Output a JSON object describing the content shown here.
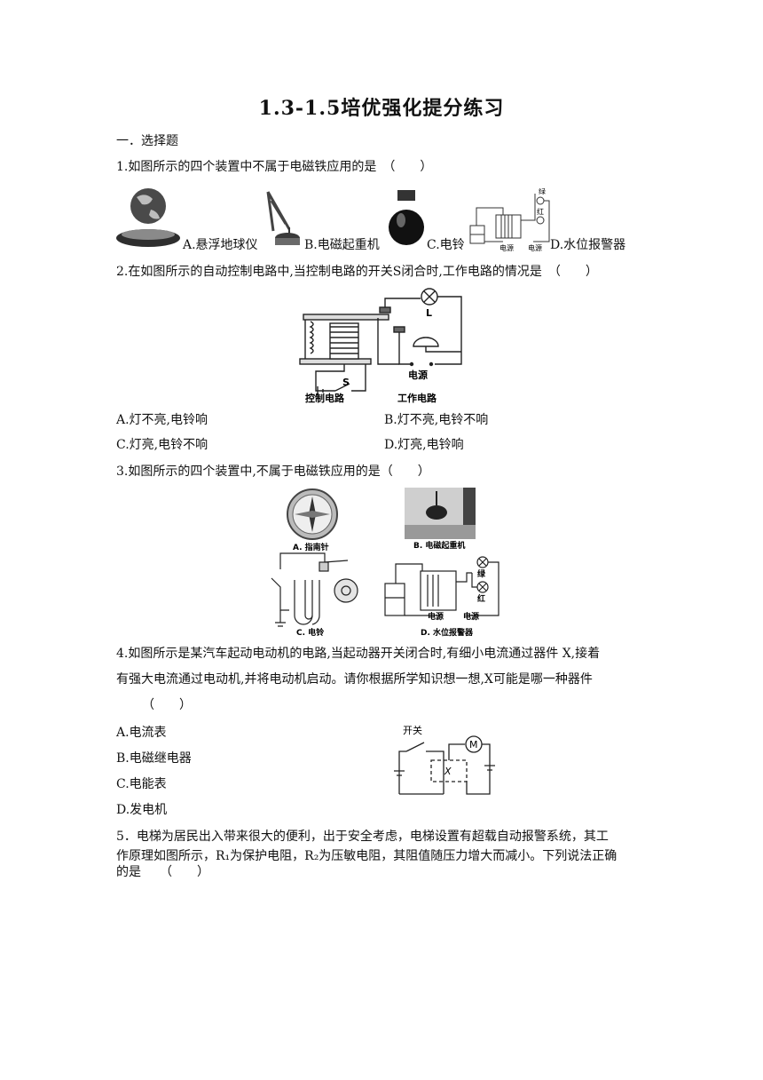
{
  "title": "1.3-1.5培优强化提分练习",
  "section": "一．选择题",
  "q1": {
    "stem": "1.如图所示的四个装置中不属于电磁铁应用的是　（　　）",
    "a": "A.悬浮地球仪",
    "b": "B.电磁起重机",
    "c": "C.电铃",
    "d": "D.水位报警器",
    "fig_labels": {
      "green": "绿",
      "red": "红",
      "power1": "电源",
      "power2": "电源"
    }
  },
  "q2": {
    "stem": "2.在如图所示的自动控制电路中,当控制电路的开关S闭合时,工作电路的情况是　（　　）",
    "options": [
      "A.灯不亮,电铃响",
      "B.灯不亮,电铃不响",
      "C.灯亮,电铃不响",
      "D.灯亮,电铃响"
    ],
    "fig_labels": {
      "lamp": "L",
      "switch": "S",
      "power": "电源",
      "control": "控制电路",
      "work": "工作电路"
    }
  },
  "q3": {
    "stem": "3.如图所示的四个装置中,不属于电磁铁应用的是（　　）",
    "captions": [
      "A. 指南针",
      "B. 电磁起重机",
      "C. 电铃",
      "D. 水位报警器"
    ],
    "fig_labels": {
      "green": "绿",
      "red": "红",
      "power1": "电源",
      "power2": "电源"
    }
  },
  "q4": {
    "stem_line1": "4.如图所示是某汽车起动电动机的电路,当起动器开关闭合时,有细小电流通过器件 X,接着",
    "stem_line2": "有强大电流通过电动机,并将电动机启动。请你根据所学知识想一想,X可能是哪一种器件",
    "blank": "（　　）",
    "options": [
      "A.电流表",
      "B.电磁继电器",
      "C.电能表",
      "D.发电机"
    ],
    "fig_labels": {
      "switch": "开关",
      "motor": "M",
      "device": "X"
    }
  },
  "q5": {
    "line1": "5．电梯为居民出入带来很大的便利，出于安全考虑，电梯设置有超载自动报警系统，其工",
    "line2": "作原理如图所示，R₁为保护电阻，R₂为压敏电阻，其阻值随压力增大而减小。下列说法正确",
    "line3": "的是　　（　　）"
  }
}
